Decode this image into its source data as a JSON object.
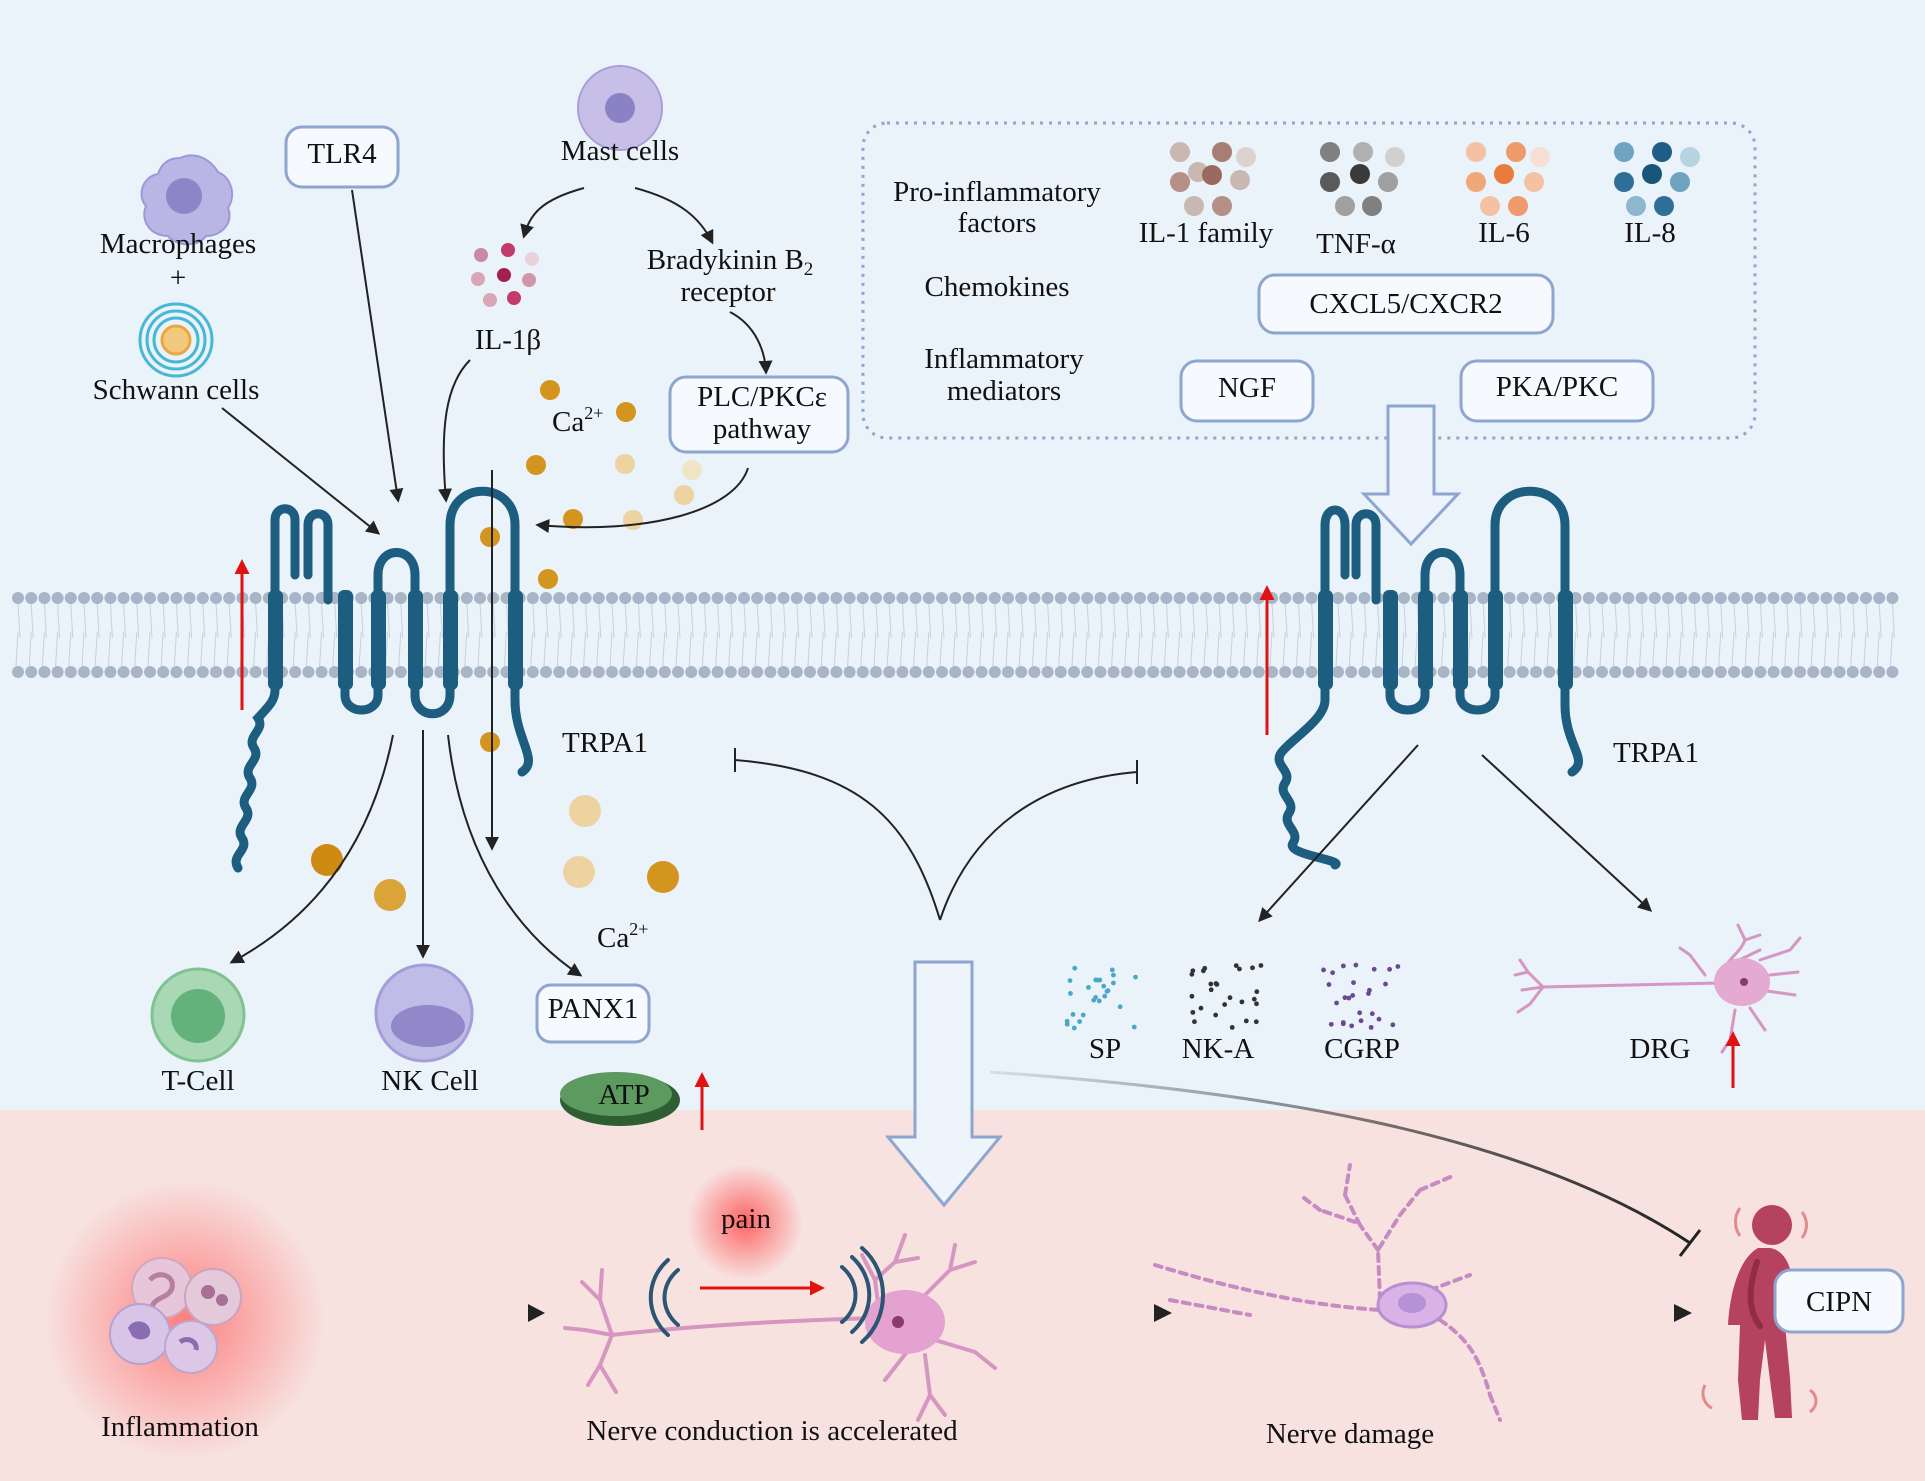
{
  "labels": {
    "macrophages": "Macrophages",
    "plus": "+",
    "schwann_cells": "Schwann cells",
    "tlr4": "TLR4",
    "mast_cells": "Mast cells",
    "il1b": "IL-1β",
    "bradykinin_line1": "Bradykinin B",
    "bradykinin_sub": "2",
    "bradykinin_line2": "receptor",
    "plc_line1": "PLC/PKCε",
    "plc_line2": "pathway",
    "ca_main": "Ca",
    "ca_sup": "2+",
    "trpa1_left": "TRPA1",
    "trpa1_right": "TRPA1",
    "t_cell": "T-Cell",
    "nk_cell": "NK Cell",
    "panx1": "PANX1",
    "atp": "ATP",
    "pro_inflammatory_1": "Pro-inflammatory",
    "pro_inflammatory_2": "factors",
    "chemokines": "Chemokines",
    "inflammatory_mediators_1": "Inflammatory",
    "inflammatory_mediators_2": "mediators",
    "il1_family": "IL-1 family",
    "tnf": "TNF-α",
    "il6": "IL-6",
    "il8": "IL-8",
    "cxcl5": "CXCL5/CXCR2",
    "ngf": "NGF",
    "pka_pkc": "PKA/PKC",
    "sp": "SP",
    "nk_a": "NK-A",
    "cgrp": "CGRP",
    "drg": "DRG",
    "inflammation": "Inflammation",
    "pain": "pain",
    "nerve_conduction": "Nerve conduction is accelerated",
    "nerve_damage": "Nerve damage",
    "cipn": "CIPN"
  },
  "colors": {
    "background_top": "#eaf2fa",
    "background_bottom": "#f7e2e0",
    "channel": "#1d5d80",
    "membrane": "#a7b5c6",
    "box_border": "#8ea6cf",
    "calcium": "#d4951f",
    "calcium_light": "#edd3a0",
    "atp": "#4a7a4c",
    "neuron": "#d596c2",
    "cipn_figure": "#b5425e",
    "red_arrow": "#e01212"
  },
  "icons": [
    "macrophage-icon",
    "schwann-cell-icon",
    "mast-cell-icon",
    "t-cell-icon",
    "nk-cell-icon",
    "neuron-icon",
    "person-icon",
    "sound-wave-icon"
  ]
}
